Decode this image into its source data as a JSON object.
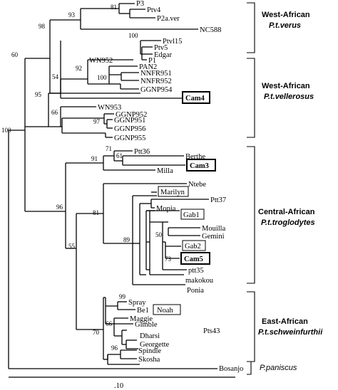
{
  "tips": {
    "P3": "P3",
    "Ptv4": "Ptv4",
    "P2aver": "P2a.ver",
    "NC588": "NC588",
    "Ptvl15": "Ptvl15",
    "Ptv5": "Ptv5",
    "Edgar": "Edgar",
    "P1": "P1",
    "WN952": "WN952",
    "PAN2": "PAN2",
    "NNFR951": "NNFR951",
    "NNFR952": "NNFR952",
    "GGNP954": "GGNP954",
    "Cam4": "Cam4",
    "WN953": "WN953",
    "GGNP952": "GGNP952",
    "GGNP951": "GGNP951",
    "GGNP956": "GGNP956",
    "GGNP955": "GGNP955",
    "Ptt36": "Ptt36",
    "Berthe": "Berthe",
    "Cam3": "Cam3",
    "Milla": "Milla",
    "Ntebe": "Ntebe",
    "Marilyn": "Marilyn",
    "Ptt37": "Ptt37",
    "Mopia": "Mopia",
    "Gab1": "Gab1",
    "Mouilla": "Mouilla",
    "Gemini": "Gemini",
    "Gab2": "Gab2",
    "Cam5": "Cam5",
    "ptt35": "ptt35",
    "makokou": "makokou",
    "Ponia": "Ponia",
    "Spray": "Spray",
    "Bel": "Be1",
    "Noah": "Noah",
    "Maggie": "Maggie",
    "Gimble": "Gimble",
    "Pts43": "Pts43",
    "Dharsi": "Dharsi",
    "Georgette": "Georgette",
    "Spindle": "Spindle",
    "Skosha": "Skosha",
    "Bosanjo": "Bosanjo"
  },
  "bootstrap": {
    "b81": "81",
    "b93": "93",
    "b98": "98",
    "b100a": "100",
    "b60": "60",
    "b92": "92",
    "b100b": "100",
    "b54": "54",
    "b95": "95",
    "b97": "97",
    "b66a": "66",
    "b100root": "100",
    "b71": "71",
    "b61": "61",
    "b91": "91",
    "b50": "50",
    "b73": "73",
    "b89": "89",
    "b81b": "81",
    "b55": "55",
    "b96a": "96",
    "b99": "99",
    "b66b": "66",
    "b96b": "96",
    "b70": "70"
  },
  "groups": {
    "west_verus_1": "West-African",
    "west_verus_2": "P.t.verus",
    "west_vellerosus_1": "West-African",
    "west_vellerosus_2": "P.t.vellerosus",
    "central_1": "Central-African",
    "central_2": "P.t.troglodytes",
    "east_1": "East-African",
    "east_2": "P.t.schweinfurthii",
    "paniscus": "P.paniscus"
  },
  "scale_bar": {
    "label": ".10"
  }
}
